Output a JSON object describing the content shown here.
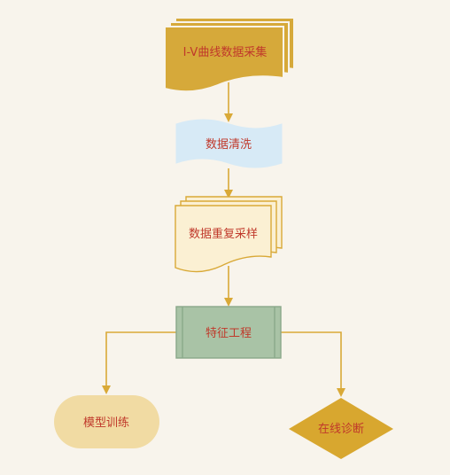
{
  "nodes": {
    "iv_collection": "I-V曲线数据采集",
    "data_cleaning": "数据清洗",
    "resampling": "数据重复采样",
    "feature_engineering": "特征工程",
    "model_training": "模型训练",
    "online_diagnosis": "在线诊断"
  },
  "colors": {
    "background": "#f8f4ec",
    "connector": "#d9a937",
    "label_text": "#c0392b",
    "iv_collection_fill": "#d6a93a",
    "data_cleaning_fill": "#d7eaf6",
    "resampling_fill": "#fbf0d3",
    "feature_engineering_fill": "#a9c3a6",
    "model_training_fill": "#f1dba3",
    "online_diagnosis_fill": "#d8a72f"
  }
}
